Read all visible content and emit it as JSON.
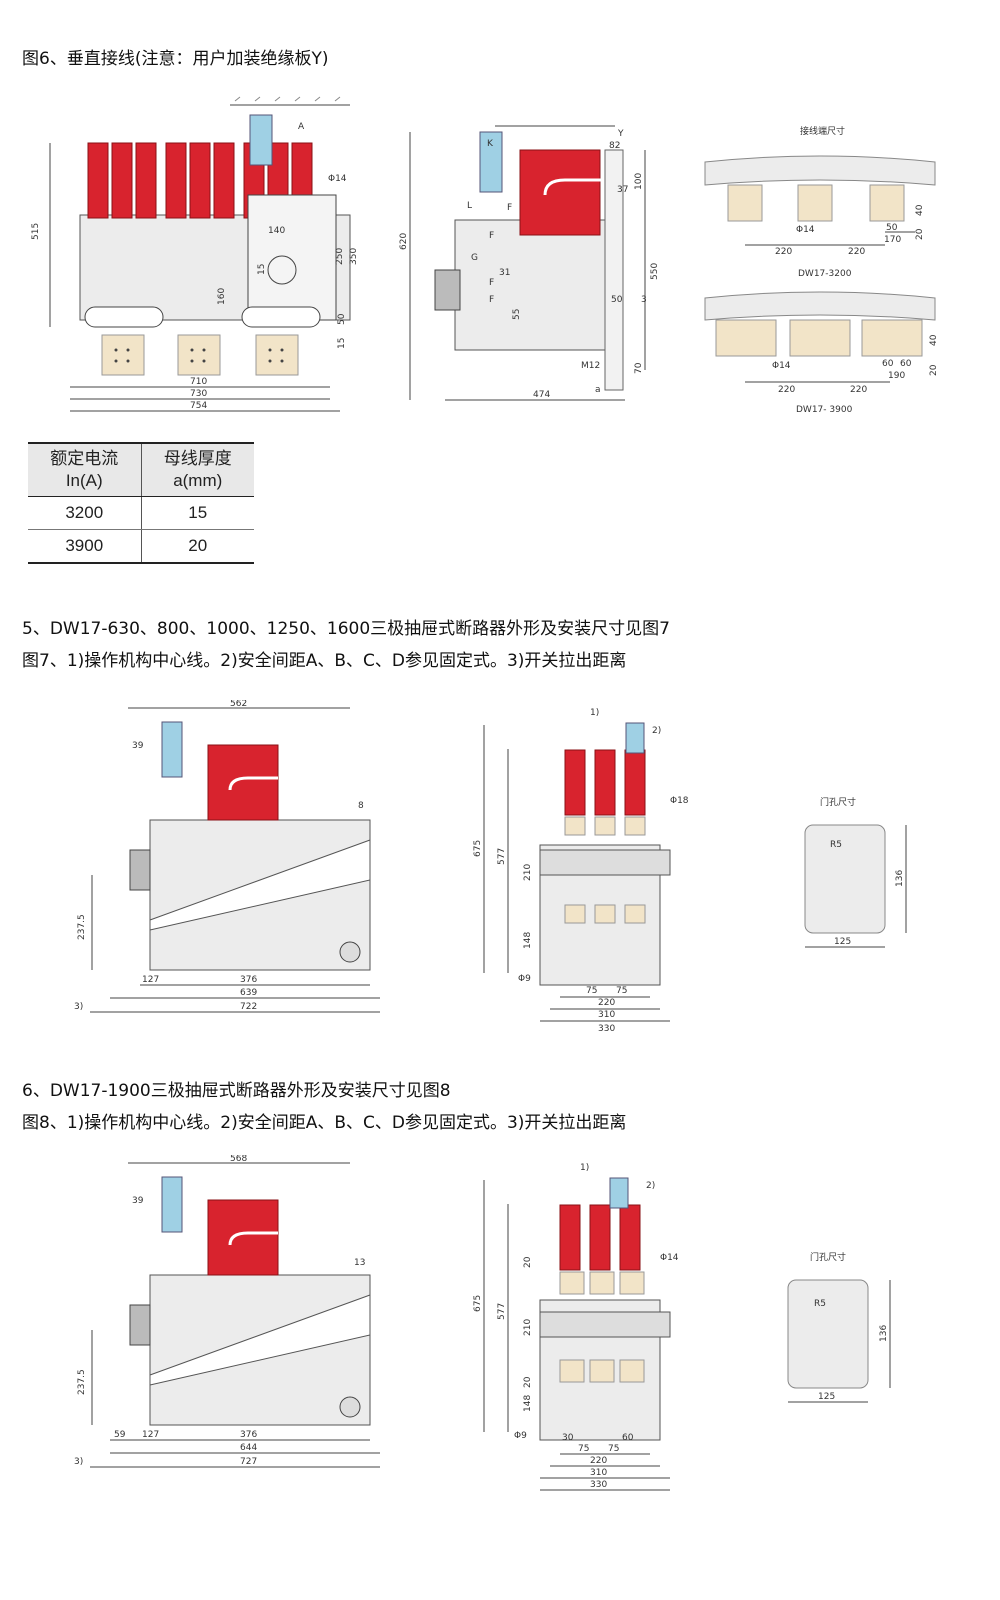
{
  "headings": {
    "fig6_title": "图6、垂直接线(注意：用户加装绝缘板Y)",
    "sec5_title": "5、DW17-630、800、1000、1250、1600三极抽屉式断路器外形及安装尺寸见图7",
    "fig7_notes": "图7、1)操作机构中心线。2)安全间距A、B、C、D参见固定式。3)开关拉出距离",
    "sec6_title": "6、DW17-1900三极抽屉式断路器外形及安装尺寸见图8",
    "fig8_notes": "图8、1)操作机构中心线。2)安全间距A、B、C、D参见固定式。3)开关拉出距离"
  },
  "colors": {
    "pole_red": "#d8232e",
    "handle_blue": "#9fd0e4",
    "body_gray": "#ececec",
    "line": "#444444"
  },
  "fig6": {
    "front": {
      "dims": [
        "515",
        "A",
        "Φ14",
        "140",
        "250",
        "350",
        "15",
        "160",
        "50",
        "15",
        "710",
        "730",
        "754"
      ]
    },
    "side": {
      "dims": [
        "Y",
        "82",
        "100",
        "37",
        "620",
        "550",
        "50",
        "3",
        "31",
        "55",
        "M12",
        "70",
        "474",
        "a"
      ],
      "labels": [
        "K",
        "L",
        "F",
        "F",
        "G",
        "F",
        "F"
      ]
    },
    "terminal_title": "接线端尺寸",
    "dw3200": {
      "caption": "DW17-3200",
      "dims": [
        "Φ14",
        "40",
        "50",
        "170",
        "20",
        "220",
        "220"
      ]
    },
    "dw3900": {
      "caption": "DW17- 3900",
      "dims": [
        "Φ14",
        "40",
        "60",
        "60",
        "190",
        "20",
        "220",
        "220"
      ]
    }
  },
  "spec_table": {
    "headers": [
      [
        "额定电流",
        "In(A)"
      ],
      [
        "母线厚度",
        "a(mm)"
      ]
    ],
    "rows": [
      [
        "3200",
        "15"
      ],
      [
        "3900",
        "20"
      ]
    ]
  },
  "fig7": {
    "side": {
      "dims": [
        "562",
        "39",
        "8",
        "237.5",
        "127",
        "376",
        "639",
        "722",
        "3)"
      ]
    },
    "front": {
      "dims": [
        "1)",
        "2)",
        "Φ18",
        "675",
        "577",
        "210",
        "148",
        "Φ9",
        "75",
        "75",
        "220",
        "310",
        "330"
      ]
    },
    "door": {
      "title": "门孔尺寸",
      "r": "R5",
      "h": "136",
      "w": "125"
    }
  },
  "fig8": {
    "side": {
      "dims": [
        "568",
        "39",
        "13",
        "237.5",
        "59",
        "127",
        "376",
        "644",
        "727",
        "3)"
      ]
    },
    "front": {
      "dims": [
        "1)",
        "2)",
        "Φ14",
        "20",
        "675",
        "577",
        "210",
        "20",
        "148",
        "Φ9",
        "30",
        "60",
        "75",
        "75",
        "220",
        "310",
        "330"
      ]
    },
    "door": {
      "title": "门孔尺寸",
      "r": "R5",
      "h": "136",
      "w": "125"
    }
  }
}
